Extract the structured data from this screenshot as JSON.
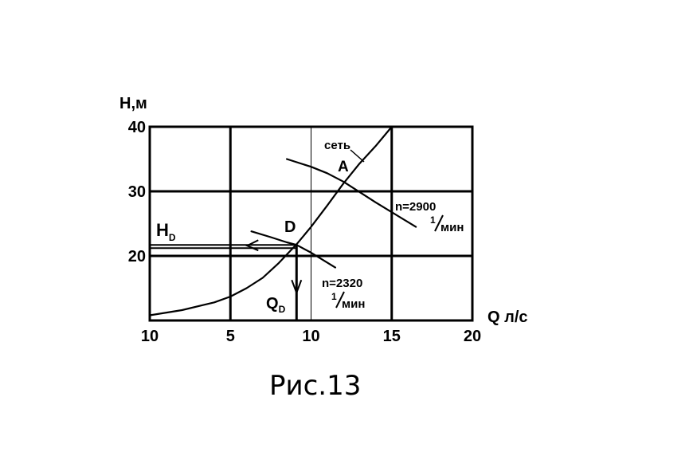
{
  "chart_data": {
    "type": "line",
    "ylabel": "Н,м",
    "xlabel": "Q л/с",
    "xlim": [
      0,
      20
    ],
    "ylim": [
      10,
      40
    ],
    "x_ticks": [
      {
        "value": 0,
        "label": "10"
      },
      {
        "value": 5,
        "label": "5"
      },
      {
        "value": 10,
        "label": "10"
      },
      {
        "value": 15,
        "label": "15"
      },
      {
        "value": 20,
        "label": "20"
      }
    ],
    "y_ticks": [
      {
        "value": 40,
        "label": "40"
      },
      {
        "value": 30,
        "label": "30"
      },
      {
        "value": 20,
        "label": "20"
      }
    ],
    "grid": true,
    "series": [
      {
        "name": "сеть",
        "x": [
          0,
          2,
          4,
          5,
          6,
          7,
          8,
          9.1,
          10,
          11,
          12,
          13,
          14,
          15
        ],
        "y": [
          10.8,
          11.6,
          12.8,
          13.7,
          15.0,
          16.6,
          18.9,
          21.8,
          24.5,
          27.8,
          31.2,
          34.3,
          37.0,
          40
        ]
      },
      {
        "name": "n=2900",
        "x": [
          8.5,
          10,
          11,
          12,
          13,
          14,
          16.5
        ],
        "y": [
          35,
          33.8,
          32.8,
          31.5,
          29.9,
          28.3,
          24.5
        ]
      },
      {
        "name": "n=2320",
        "x": [
          6.3,
          7.5,
          8.5,
          9.1,
          10,
          11.5
        ],
        "y": [
          23.8,
          22.9,
          22.1,
          21.7,
          20.5,
          18.2
        ]
      }
    ],
    "annotations": {
      "A": "A",
      "D": "D",
      "H_main": "H",
      "H_sub": "D",
      "Q_main": "Q",
      "Q_sub": "D",
      "n2900": "n=2900",
      "n2320": "n=2320",
      "unit_num": "1",
      "unit_den": "мин",
      "set_label": "сеть"
    },
    "operating_point": {
      "x": 9.1,
      "y": 21.7
    }
  },
  "caption": "Рис.13"
}
